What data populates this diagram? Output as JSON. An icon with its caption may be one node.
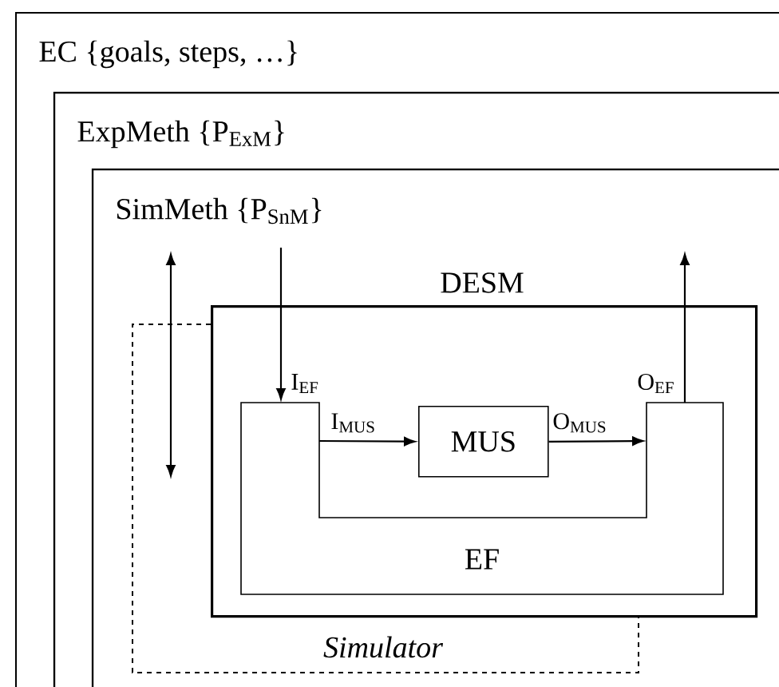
{
  "diagram": {
    "nodes": [
      {
        "text": [
          "EC {goals, steps, …}"
        ]
      },
      {
        "text": [
          "ExpMeth {P$_{ExM}$}"
        ],
        "in": 0
      },
      {
        "text": [
          "SimMeth {P$_{SnM}$}"
        ],
        "in": 1
      },
      {
        "text": [
          "Simulator"
        ],
        "in": 2
      },
      {
        "text": [
          "DESM"
        ],
        "in": 2
      },
      {
        "text": [
          "EF"
        ],
        "in": 4
      },
      {
        "text": [
          "MUS"
        ],
        "in": 4
      }
    ],
    "edges": [
      {
        "from": null,
        "to": 5,
        "arrow": "to",
        "label": "I$_{EF}$"
      },
      {
        "from": 5,
        "to": null,
        "arrow": "to",
        "label": "O$_{EF}$"
      },
      {
        "from": 5,
        "to": 6,
        "arrow": "to",
        "label": "I$_{MUS}$"
      },
      {
        "from": 6,
        "to": 5,
        "arrow": "to",
        "label": "O$_{MUS}$"
      }
    ]
  }
}
